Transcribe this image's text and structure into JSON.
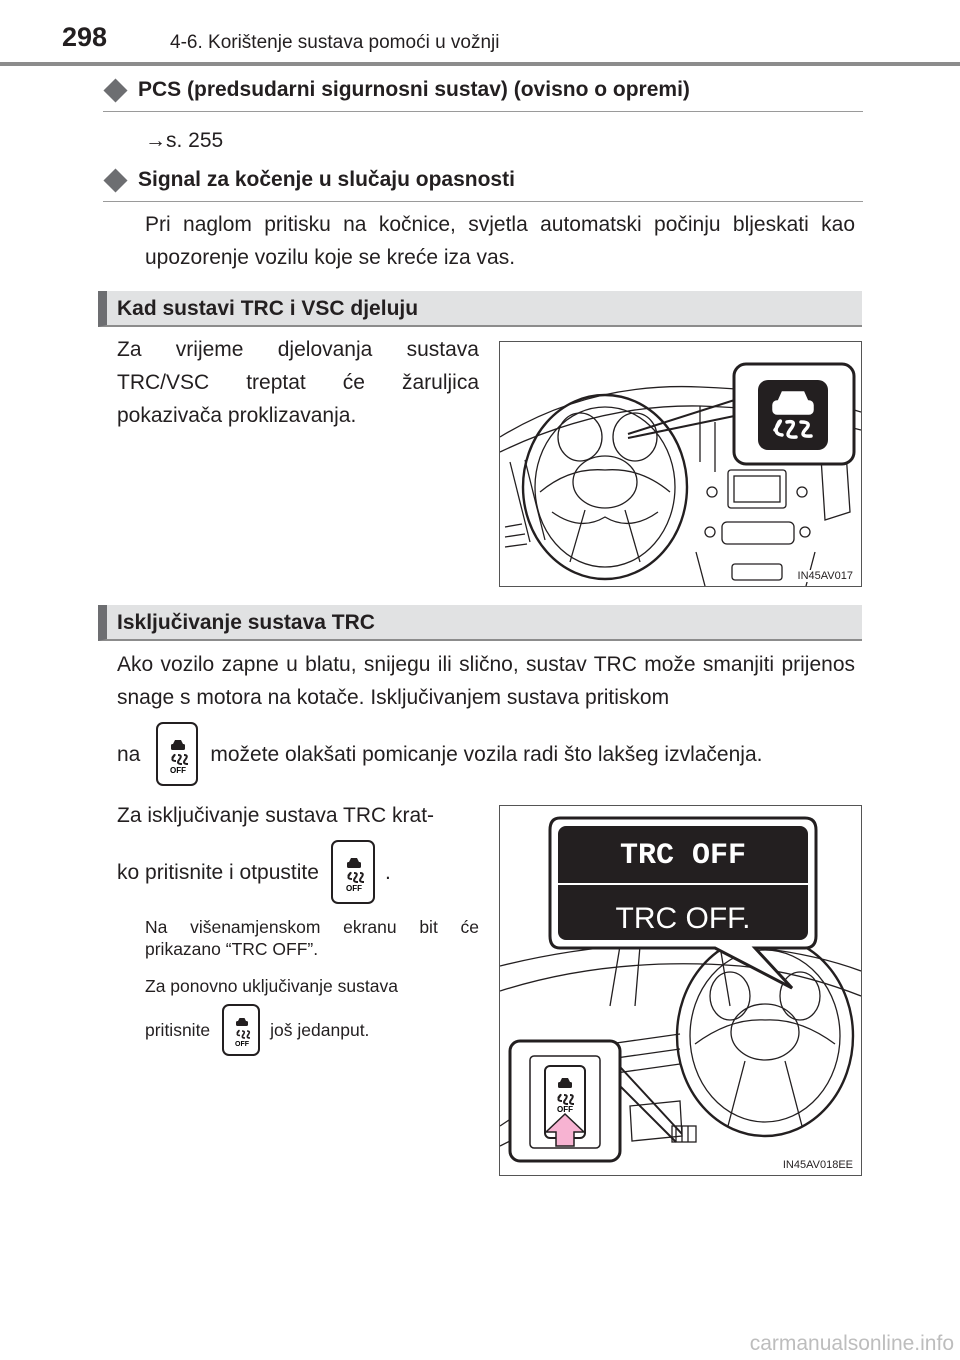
{
  "header": {
    "page_number": "298",
    "chapter": "4-6. Korištenje sustava pomoći u vožnji"
  },
  "pcs": {
    "title": "PCS (predsudarni sigurnosni sustav) (ovisno o opremi)",
    "ref": "→s. 255"
  },
  "signal": {
    "title": "Signal za kočenje u slučaju opasnosti",
    "body": "Pri naglom pritisku na kočnice, svjetla automatski počinju bljeskati kao upozorenje vozilu koje se kreće iza vas."
  },
  "trc_vsc": {
    "title": "Kad sustavi TRC i VSC djeluju",
    "body": "Za vrijeme djelovanja sustava TRC/VSC treptat će žaruljica pokazivača proklizavanja.",
    "figure_id": "IN45AV017"
  },
  "trc_off": {
    "title": "Isključivanje sustava TRC",
    "body_line1": "Ako vozilo zapne u blatu, snijegu ili slično, sustav TRC može smanjiti prijenos snage s motora na kotače. Isključivanjem sustava pritiskom",
    "body_line2_pre": "na",
    "body_line2_post": "možete olakšati pomicanje vozila radi što lakšeg izvlačenja.",
    "step_pre_a": "Za isključivanje sustava TRC krat-",
    "step_pre_b": "ko pritisnite i otpustite",
    "step_post": ".",
    "note1": "Na višenamjenskom ekranu bit će prikazano “TRC OFF”.",
    "note2_pre_a": "Za ponovno uključivanje sustava",
    "note2_pre_b": "pritisnite",
    "note2_post": "još jedanput.",
    "figure_id": "IN45AV018EE",
    "display_top": "TRC OFF",
    "display_bottom": "TRC OFF.",
    "button_label": "OFF"
  },
  "footer": {
    "watermark": "carmanualsonline.info"
  }
}
